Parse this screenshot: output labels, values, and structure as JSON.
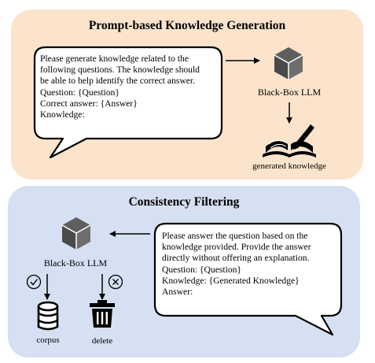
{
  "top_panel": {
    "title": "Prompt-based Knowledge Generation",
    "prompt_text": "Please generate knowledge related to the\nfollowing questions. The knowledge should\nbe able to help identify the correct answer.\nQuestion: {Question}\nCorrect answer: {Answer}\nKnowledge:",
    "llm_label": "Black-Box LLM",
    "output_label": "generated knowledge"
  },
  "bottom_panel": {
    "title": "Consistency Filtering",
    "prompt_text": "Please answer the question based on the\nknowledge provided. Provide the answer\ndirectly without offering an explanation.\nQuestion: {Question}\nKnowledge: {Generated Knowledge}\nAnswer:",
    "llm_label": "Black-Box LLM",
    "keep_label": "corpus",
    "discard_label": "delete"
  },
  "icons": {
    "llm": "cube-icon",
    "knowledge": "book-pen-icon",
    "keep": "check-circle-icon",
    "discard": "cross-circle-icon",
    "corpus": "database-icon",
    "delete": "trash-icon"
  },
  "colors": {
    "top_panel_bg": "#fce4cc",
    "bottom_panel_bg": "#d5e0f2",
    "icon_dark": "#5a5a5a"
  }
}
